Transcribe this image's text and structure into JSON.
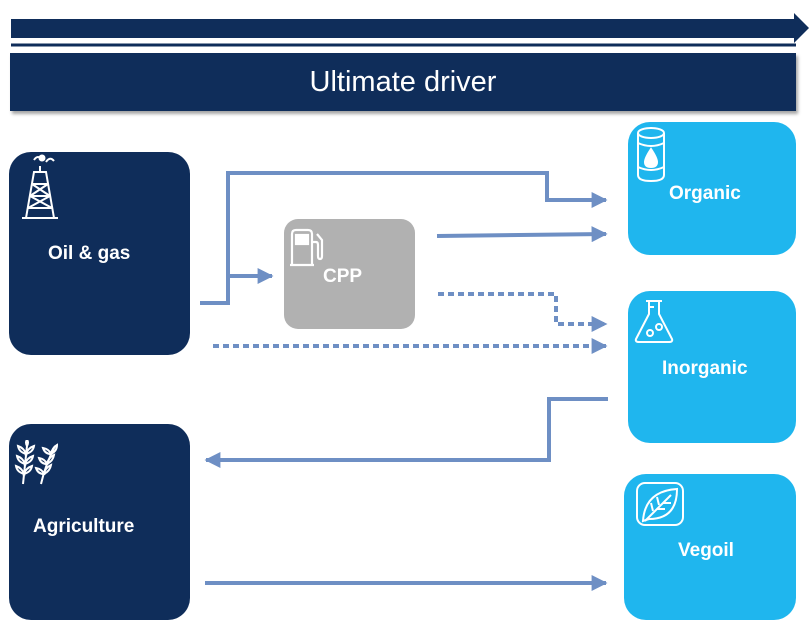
{
  "header": {
    "title": "Ultimate driver"
  },
  "nodes": {
    "oil_gas": {
      "label": "Oil & gas",
      "icon": "oil-rig-icon"
    },
    "cpp": {
      "label": "CPP",
      "icon": "fuel-pump-icon"
    },
    "agriculture": {
      "label": "Agriculture",
      "icon": "wheat-icon"
    },
    "organic": {
      "label": "Organic",
      "icon": "oil-barrel-icon"
    },
    "inorganic": {
      "label": "Inorganic",
      "icon": "flask-icon"
    },
    "vegoil": {
      "label": "Vegoil",
      "icon": "leaf-icon"
    }
  },
  "colors": {
    "dark_box": "#0f2d5a",
    "light_box": "#1fb6ee",
    "gray_box": "#b1b1b1",
    "arrow": "#6e8fc4"
  }
}
